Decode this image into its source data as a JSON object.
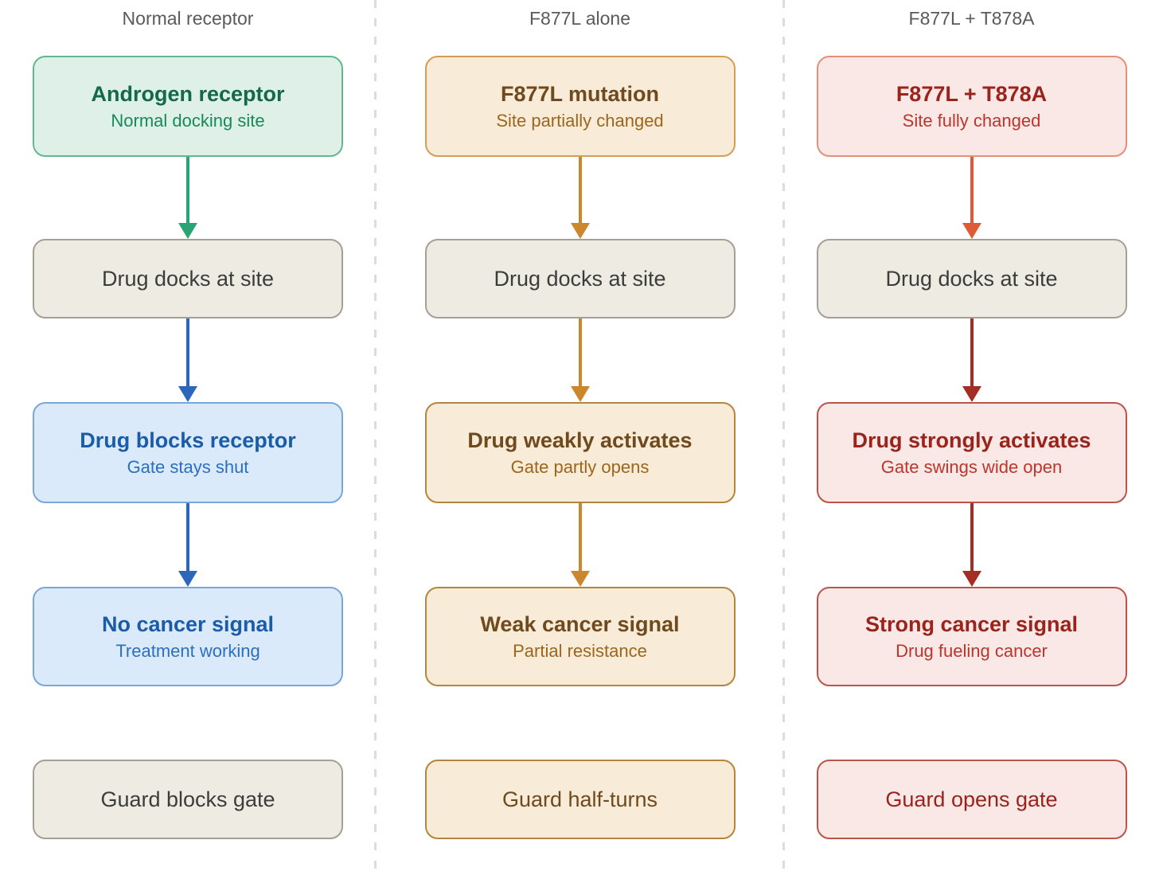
{
  "palette": {
    "bg": "#ffffff",
    "divider": "#dcdcdc",
    "header_text": "#5a5a5a",
    "green_fill": "#dff0e8",
    "green_border": "#62b78f",
    "green_title": "#13694a",
    "green_sub": "#178a58",
    "green_arrow": "#2aa474",
    "neutral_fill": "#edebe2",
    "neutral_border": "#a3a096",
    "neutral_text": "#3c3c3a",
    "blue_fill": "#dbeafa",
    "blue_border": "#79a7da",
    "blue_title": "#1b5ca8",
    "blue_sub": "#2c6fc0",
    "blue_arrow": "#2c67bc",
    "tan_fill": "#f8ebd7",
    "tan_header_border": "#d29e57",
    "tan_border": "#b3863f",
    "tan_title": "#6f4a1e",
    "tan_sub": "#9c661c",
    "tan_arrow": "#cc862d",
    "pink_fill": "#f9e8e5",
    "pink_header_border": "#e29079",
    "pink_border": "#bc544b",
    "pink_title": "#9a231c",
    "pink_sub": "#bb362c",
    "pink_arrow_first": "#de5c35",
    "pink_arrow": "#a42d24"
  },
  "columns": [
    {
      "title": "Normal receptor",
      "boxes": [
        {
          "title": "Androgen receptor",
          "subtitle": "Normal docking site"
        },
        {
          "title": "Drug docks at site"
        },
        {
          "title": "Drug blocks receptor",
          "subtitle": "Gate stays shut"
        },
        {
          "title": "No cancer signal",
          "subtitle": "Treatment working"
        },
        {
          "title": "Guard blocks gate"
        }
      ]
    },
    {
      "title": "F877L alone",
      "boxes": [
        {
          "title": "F877L mutation",
          "subtitle": "Site partially changed"
        },
        {
          "title": "Drug docks at site"
        },
        {
          "title": "Drug weakly activates",
          "subtitle": "Gate partly opens"
        },
        {
          "title": "Weak cancer signal",
          "subtitle": "Partial resistance"
        },
        {
          "title": "Guard half-turns"
        }
      ]
    },
    {
      "title": "F877L + T878A",
      "boxes": [
        {
          "title": "F877L + T878A",
          "subtitle": "Site fully changed"
        },
        {
          "title": "Drug docks at site"
        },
        {
          "title": "Drug strongly activates",
          "subtitle": "Gate swings wide open"
        },
        {
          "title": "Strong cancer signal",
          "subtitle": "Drug fueling cancer"
        },
        {
          "title": "Guard opens gate"
        }
      ]
    }
  ]
}
